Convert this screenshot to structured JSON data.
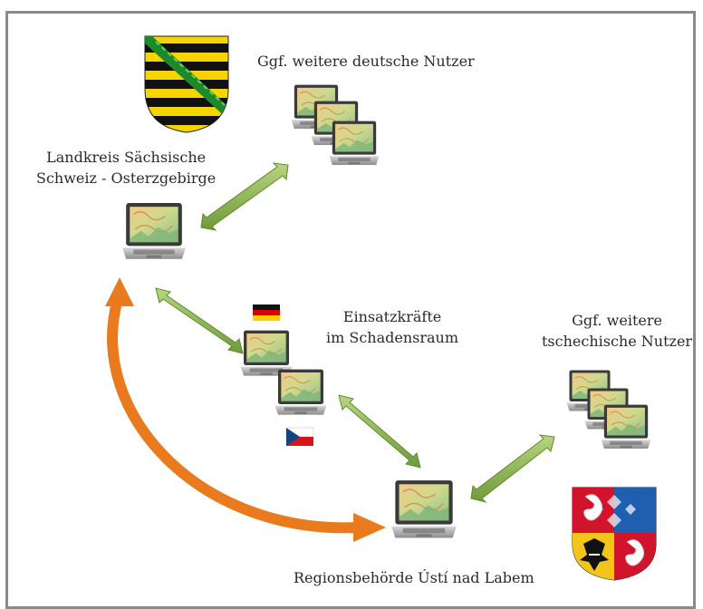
{
  "labels": {
    "top_users": "Ggf. weitere deutsche Nutzer",
    "landkreis_line1": "Landkreis Sächsische",
    "landkreis_line2": "Schweiz - Osterzgebirge",
    "einsatz_line1": "Einsatzkräfte",
    "einsatz_line2": "im Schadensraum",
    "czech_users_line1": "Ggf. weitere",
    "czech_users_line2": "tschechische Nutzer",
    "region": "Regionsbehörde Ústí nad Labem"
  },
  "icons": {
    "saxony": "saxony-coat-of-arms",
    "czech": "czech-coat-of-arms",
    "laptop": "laptop-with-map",
    "flag_de": "german-flag",
    "flag_cz": "czech-flag"
  },
  "colors": {
    "green_arrow": "#8db550",
    "orange_arrow": "#ea7a1e",
    "frame": "#8a8a8a"
  }
}
